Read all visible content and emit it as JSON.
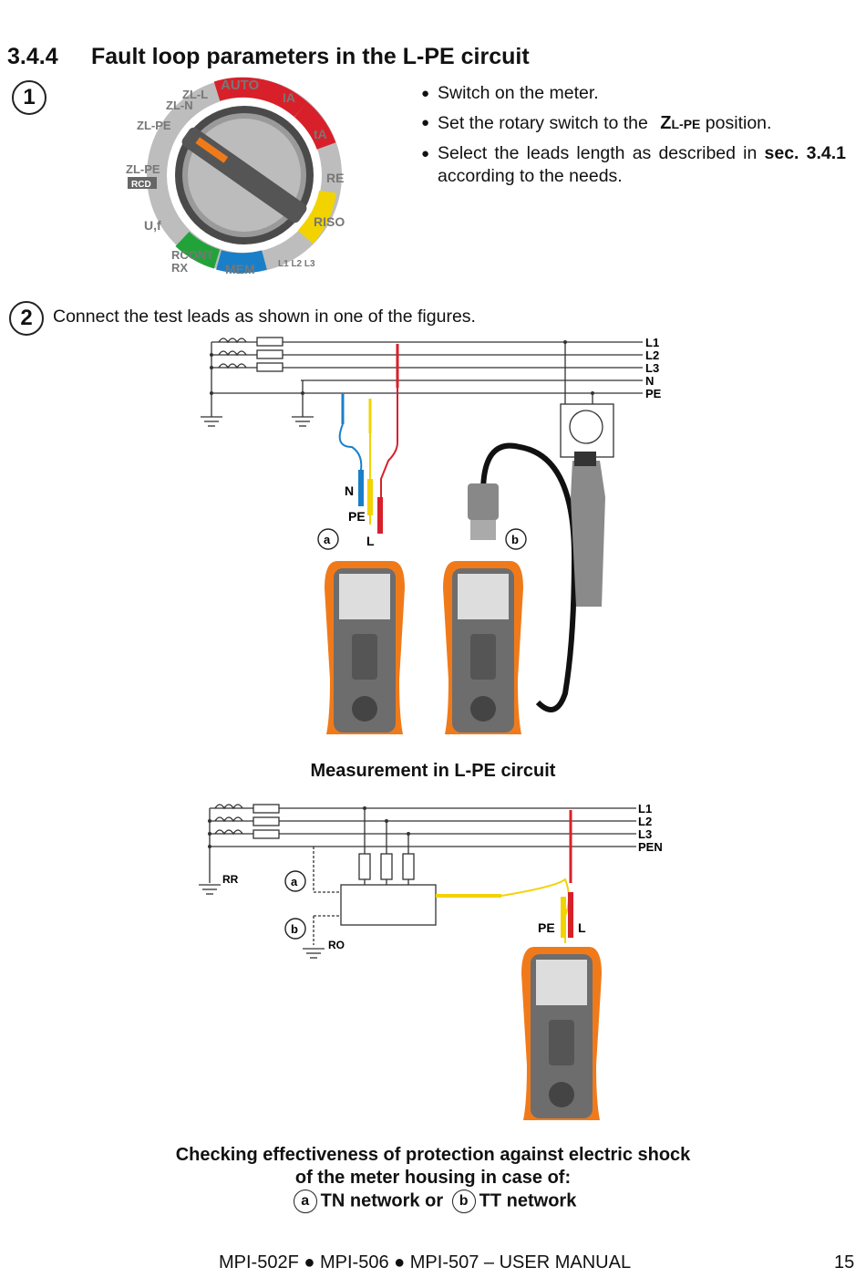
{
  "section": {
    "number": "3.4.4",
    "title": "Fault loop parameters in the L-PE circuit"
  },
  "step1": {
    "number": "1",
    "bullets": [
      {
        "text": "Switch on the meter."
      },
      {
        "before": "Set the rotary switch to the ",
        "symbol": "Z",
        "sub": "L-PE",
        "after": " position."
      },
      {
        "text": "Select the leads length as described in ",
        "bold": "sec. 3.4.1",
        "after": " according to the needs."
      }
    ],
    "dial_labels": {
      "auto": "AUTO",
      "zll": "ZL-L",
      "zln": "ZL-N",
      "zlpe": "ZL-PE",
      "zlpe_rcd": "ZL-PE",
      "rcd": "RCD",
      "ia": "IA",
      "ta": "tA",
      "re": "RE",
      "riso": "RISO",
      "uf": "U,f",
      "rcont": "RCONT",
      "rx": "RX",
      "mem": "MEM",
      "phase": "L1 L2 L3"
    }
  },
  "step2": {
    "number": "2",
    "text": "Connect the test leads as shown in one of the figures."
  },
  "diagram1": {
    "lines": [
      "L1",
      "L2",
      "L3",
      "N",
      "PE"
    ],
    "lead_labels": {
      "n": "N",
      "pe": "PE",
      "l": "L"
    },
    "markers": {
      "a": "a",
      "b": "b"
    },
    "caption": "Measurement in L-PE circuit"
  },
  "diagram2": {
    "lines": [
      "L1",
      "L2",
      "L3",
      "PEN"
    ],
    "labels": {
      "rr": "RR",
      "ro": "RO",
      "pe": "PE",
      "l": "L"
    },
    "markers": {
      "a": "a",
      "b": "b"
    },
    "caption_line1": "Checking effectiveness of protection against electric shock",
    "caption_line2": "of the meter housing in case of:",
    "caption_a": "TN network or",
    "caption_b": "TT network"
  },
  "footer": {
    "text": "MPI-502F ● MPI-506 ● MPI-507 – USER MANUAL",
    "page": "15"
  },
  "colors": {
    "red": "#d8202a",
    "yellow": "#f2d300",
    "blue": "#1a7fc9",
    "green": "#22a33a",
    "orange": "#f07a1a",
    "gray": "#6d6d6d"
  }
}
